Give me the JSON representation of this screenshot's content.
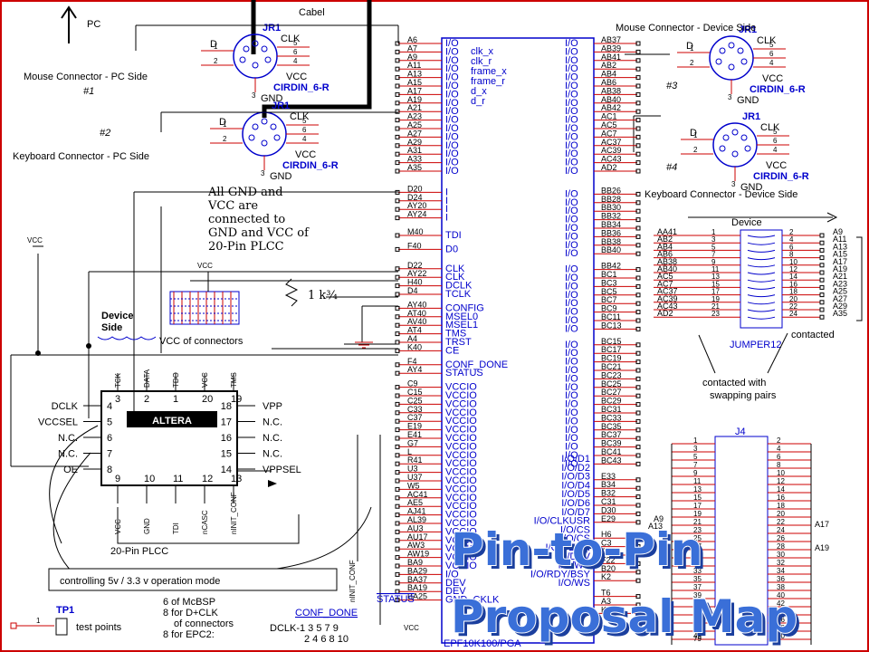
{
  "colors": {
    "wire": "#cc0000",
    "blue": "#0000cc",
    "title": "#3a6fd8",
    "title_shadow": "#1b3f9e"
  },
  "title": {
    "line1": "Pin-to-Pin",
    "line2": "Proposal Map"
  },
  "top": {
    "pc": "PC",
    "cabel": "Cabel"
  },
  "mouse_pc": {
    "label": "Mouse Connector - PC Side",
    "num": "#1",
    "ref": "JR1",
    "part": "CIRDIN_6-R",
    "d": "D",
    "clk": "CLK",
    "vcc": "VCC",
    "gnd": "GND",
    "pins": [
      "1",
      "2",
      "5",
      "6",
      "4",
      "3"
    ]
  },
  "kbd_pc": {
    "label": "Keyboard Connector - PC Side",
    "num": "#2",
    "ref": "JR1",
    "part": "CIRDIN_6-R",
    "d": "D",
    "clk": "CLK",
    "vcc": "VCC",
    "gnd": "GND",
    "pins": [
      "1",
      "2",
      "5",
      "6",
      "4",
      "3"
    ]
  },
  "mouse_dev": {
    "label": "Mouse Connector - Device Side",
    "num": "#3",
    "ref": "JR1",
    "part": "CIRDIN_6-R",
    "d": "D",
    "clk": "CLK",
    "vcc": "VCC",
    "gnd": "GND",
    "pins": [
      "1",
      "2",
      "5",
      "6",
      "4",
      "3"
    ]
  },
  "kbd_dev": {
    "label": "Keyboard Connector - Device Side",
    "num": "#4",
    "ref": "JR1",
    "part": "CIRDIN_6-R",
    "d": "D",
    "clk": "CLK",
    "vcc": "VCC",
    "gnd": "GND",
    "pins": [
      "1",
      "2",
      "5",
      "6",
      "4",
      "3"
    ]
  },
  "fpga": {
    "part": "EPF10K100/PGA",
    "left_pins": [
      "A6",
      "A7",
      "A9",
      "A11",
      "A13",
      "A15",
      "A17",
      "A19",
      "A21",
      "A23",
      "A25",
      "A27",
      "A29",
      "A31",
      "A33",
      "A35",
      "D20",
      "D24",
      "AY20",
      "AY24",
      "M40",
      "F40",
      "D22",
      "AY22",
      "H40",
      "D4",
      "AY40",
      "AT40",
      "AV40",
      "AT4",
      "A4",
      "K40",
      "F4",
      "AY4",
      "C9",
      "C15",
      "C25",
      "C33",
      "C37",
      "E19",
      "E41",
      "G7",
      "L",
      "R41",
      "U3",
      "U37",
      "W5",
      "AC41",
      "AE5",
      "AJ41",
      "AL39",
      "AU3",
      "AU17",
      "AW3",
      "AW19",
      "BA9",
      "BA29",
      "BA37",
      "BA19",
      "BA25"
    ],
    "left_funcs": [
      "I/O",
      "I/O",
      "I/O",
      "I/O",
      "I/O",
      "I/O",
      "I/O",
      "I/O",
      "I/O",
      "I/O",
      "I/O",
      "I/O",
      "I/O",
      "I/O",
      "I/O",
      "I/O",
      "I",
      "I",
      "I",
      "I",
      "TDI",
      "D0",
      "CLK",
      "CLK",
      "DCLK",
      "TCLK",
      "CONFIG",
      "MSEL0",
      "MSEL1",
      "TMS",
      "TRST",
      "CE",
      "CONF_DONE",
      "STATUS",
      "VCCIO",
      "VCCIO",
      "VCCIO",
      "VCCIO",
      "VCCIO",
      "VCCIO",
      "VCCIO",
      "VCCIO",
      "VCCIO",
      "VCCIO",
      "VCCIO",
      "VCCIO",
      "VCCIO",
      "VCCIO",
      "VCCIO",
      "VCCIO",
      "VCCIO",
      "VCCIO",
      "VCCIO",
      "VCCIO",
      "VCCIO",
      "VCCIO",
      "I/O",
      "DEV",
      "DEV",
      "GND_CKLK"
    ],
    "signals": [
      "clk_x",
      "clk_r",
      "frame_x",
      "frame_r",
      "d_x",
      "d_r"
    ],
    "right_pins": [
      "AB37",
      "AB39",
      "AB41",
      "AB2",
      "AB4",
      "AB6",
      "AB38",
      "AB40",
      "AB42",
      "AC1",
      "AC5",
      "AC7",
      "AC37",
      "AC39",
      "AC43",
      "AD2",
      "BB26",
      "BB28",
      "BB30",
      "BB32",
      "BB34",
      "BB36",
      "BB38",
      "BB40",
      "BB42",
      "BC1",
      "BC3",
      "BC5",
      "BC7",
      "BC9",
      "BC11",
      "BC13",
      "BC15",
      "BC17",
      "BC19",
      "BC21",
      "BC23",
      "BC25",
      "BC27",
      "BC29",
      "BC31",
      "BC33",
      "BC35",
      "BC37",
      "BC39",
      "BC41",
      "BC43",
      "E33",
      "B34",
      "B32",
      "C31",
      "D30",
      "E29",
      "H6",
      "C3",
      "C1",
      "F22",
      "B20",
      "K2",
      "T6",
      "A3",
      "K4"
    ],
    "right_funcs": [
      "I/O/D1",
      "I/O/D2",
      "I/O/D3",
      "I/O/D4",
      "I/O/D5",
      "I/O/D6",
      "I/O/D7",
      "I/O/CLKUSR",
      "I/O/CS",
      "I/O/CS",
      "I/O/DEV_I",
      "I/O/DEV",
      "I/O/WS",
      "I/O/RDY/BSY",
      "I/O/WS"
    ]
  },
  "plcc": {
    "label": "20-Pin PLCC",
    "logo": "ALTERA",
    "left": [
      "DCLK",
      "VCCSEL",
      "N.C.",
      "N.C.",
      "OE"
    ],
    "left_nums": [
      "4",
      "5",
      "6",
      "7",
      "8"
    ],
    "right": [
      "VPP",
      "N.C.",
      "N.C.",
      "N.C.",
      "VPPSEL"
    ],
    "right_nums": [
      "18",
      "17",
      "16",
      "15",
      "14"
    ],
    "top": [
      "TCK",
      "DATA",
      "TDO",
      "VCC",
      "TMS"
    ],
    "top_nums": [
      "3",
      "2",
      "1",
      "20",
      "19"
    ],
    "bottom": [
      "VCC",
      "GND",
      "TDI",
      "nCASC",
      "nINIT_CONF"
    ],
    "bottom_nums": [
      "9",
      "10",
      "11",
      "12",
      "13"
    ]
  },
  "notes": {
    "gnd_vcc": [
      "All GND and",
      "VCC are",
      "connected to",
      "GND and VCC of",
      "20-Pin PLCC"
    ],
    "device_side": [
      "Device",
      "Side"
    ],
    "vcc_conn": "VCC of connectors",
    "resistor": "1 k¾",
    "vcc": "VCC",
    "controlling": "controlling 5v / 3.3 v operation mode",
    "tp1": "TP1",
    "test_points": "test points",
    "mcbsp": [
      "6 of McBSP",
      "8 for D+CLK",
      "of connectors",
      "8 for EPC2:"
    ],
    "conf_done": "CONF_DONE",
    "status": "STATUS",
    "dclk": "DCLK-1 3 5 7 9",
    "dclk2": "2 4 6 8 10",
    "init_conf": "nINIT_CONF"
  },
  "jumper": {
    "device": "Device",
    "label": "JUMPER12",
    "contacted": "contacted",
    "swap": [
      "contacted with",
      "swapping pairs"
    ],
    "left_pins": [
      "AA41",
      "AB2",
      "AB4",
      "AB6",
      "AB38",
      "AB40",
      "AC5",
      "AC7",
      "AC37",
      "AC39",
      "AC43",
      "AD2"
    ],
    "left_nums": [
      "1",
      "3",
      "5",
      "7",
      "9",
      "11",
      "13",
      "15",
      "17",
      "19",
      "21",
      "23"
    ],
    "right_nums": [
      "2",
      "4",
      "6",
      "8",
      "10",
      "12",
      "14",
      "16",
      "18",
      "20",
      "22",
      "24"
    ],
    "right_pins": [
      "A9",
      "A11",
      "A13",
      "A15",
      "A17",
      "A19",
      "A21",
      "A23",
      "A25",
      "A27",
      "A29",
      "A35"
    ]
  },
  "j4": {
    "label": "J4",
    "left_nums": [
      "1",
      "3",
      "5",
      "7",
      "9",
      "11",
      "13",
      "15",
      "17",
      "19",
      "21",
      "23",
      "25",
      "27",
      "29",
      "31",
      "33",
      "35",
      "37",
      "39",
      "41",
      "43",
      "45",
      "47",
      "49"
    ],
    "right_nums": [
      "2",
      "4",
      "6",
      "8",
      "10",
      "12",
      "14",
      "16",
      "18",
      "20",
      "22",
      "24",
      "26",
      "28",
      "30",
      "32",
      "34",
      "36",
      "38",
      "40",
      "42",
      "44",
      "46",
      "48",
      "50"
    ],
    "left_tags": [
      "A9",
      "A13"
    ],
    "right_tags": [
      "A17",
      "A19"
    ],
    "bottom_num": "79"
  }
}
